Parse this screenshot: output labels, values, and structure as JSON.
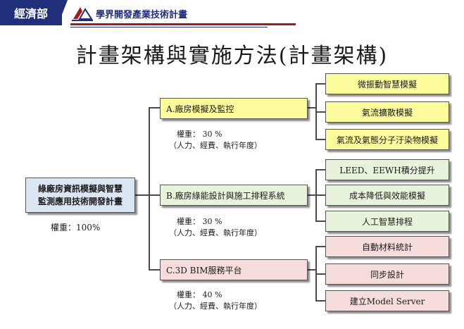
{
  "header": {
    "badge": "經濟部",
    "subtitle": "學界開發產業技術計畫"
  },
  "title": "計畫架構與實施方法(計畫架構)",
  "root": {
    "line1": "綠廠房資訊模擬與智慧",
    "line2": "監測應用技術開發計畫",
    "weight": "權重：100%"
  },
  "branches": [
    {
      "label": "A.廠房模擬及監控",
      "weight": "權重： 30 %",
      "note": "（人力、經費、執行年度）",
      "items": [
        "微振動智慧模擬",
        "氣流擴散模擬",
        "氣流及氣態分子汙染物模擬"
      ]
    },
    {
      "label": "B.廠房綠能設計與施工排程系統",
      "weight": "權重： 30 %",
      "note": "（人力、經費、執行年度）",
      "items": [
        "LEED、EEWH積分提升",
        "成本降低與效能模擬",
        "人工智慧排程"
      ]
    },
    {
      "label": "C.3D BIM服務平台",
      "weight": "權重： 40 %",
      "note": "（人力、經費、執行年度）",
      "items": [
        "自動材料統計",
        "同步設計",
        "建立Model Server"
      ]
    }
  ],
  "colors": {
    "navy": "#1f2f7a",
    "branch_a": "#fcfc9c",
    "branch_b": "#e8f3dc",
    "branch_c": "#f7dcdc",
    "root": "#dbe6f4"
  }
}
